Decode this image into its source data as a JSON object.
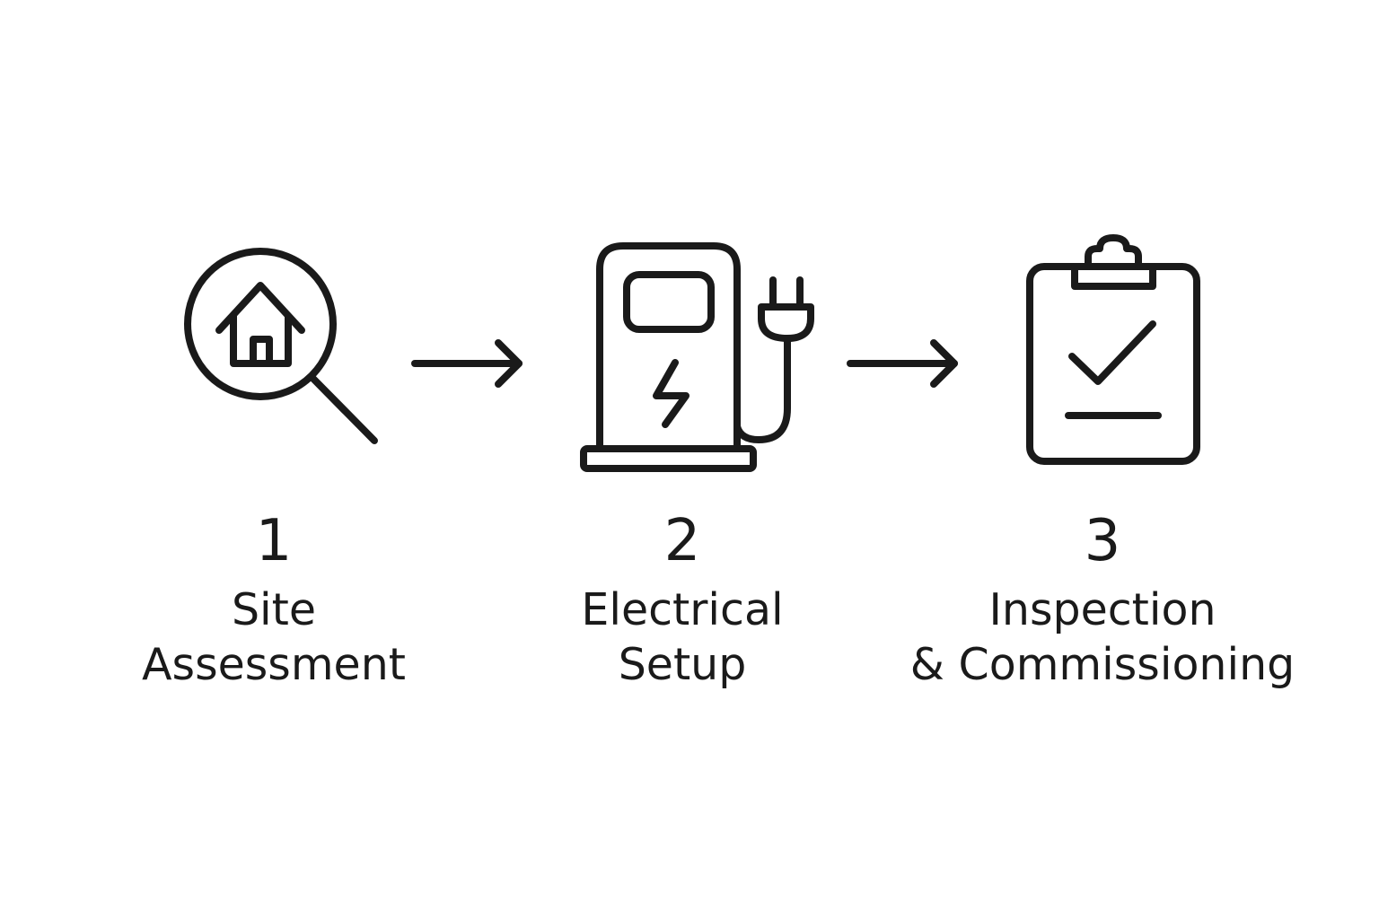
{
  "process": {
    "steps": [
      {
        "number": "1",
        "label_lines": [
          "Site",
          "Assessment"
        ],
        "icon": "house-magnifier-icon"
      },
      {
        "number": "2",
        "label_lines": [
          "Electrical",
          "Setup"
        ],
        "icon": "ev-charger-icon"
      },
      {
        "number": "3",
        "label_lines": [
          "Inspection",
          "& Commissioning"
        ],
        "icon": "clipboard-check-icon"
      }
    ],
    "connector_icon": "arrow-right-icon"
  },
  "colors": {
    "stroke": "#1a1a1a",
    "background": "#ffffff"
  }
}
